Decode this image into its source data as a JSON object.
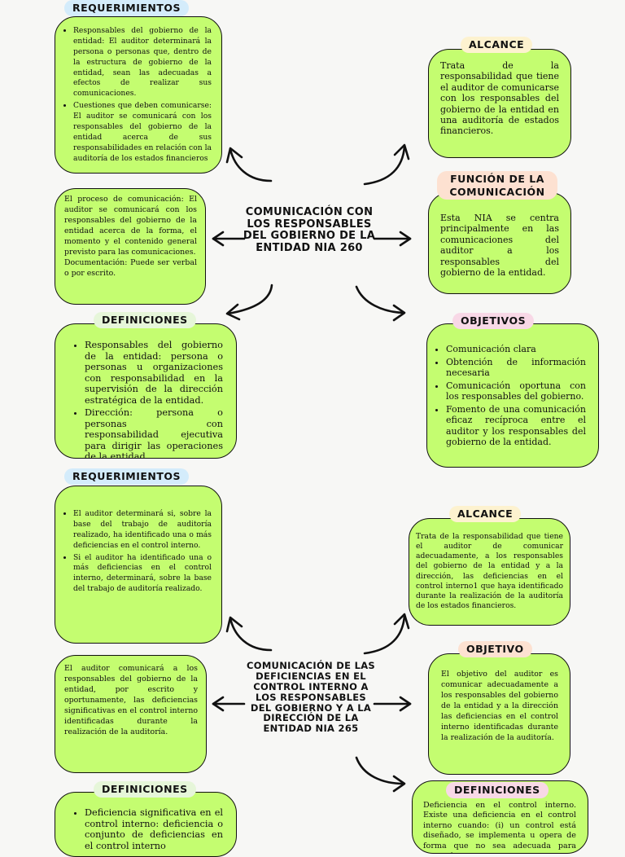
{
  "top": {
    "center_title": "COMUNICACIÓN CON LOS RESPONSABLES DEL GOBIERNO DE LA ENTIDAD NIA 260",
    "requerimientos": {
      "label": "REQUERIMIENTOS",
      "items": [
        "Responsables del gobierno de la entidad: El auditor determinará la persona o personas que, dentro de la estructura de gobierno de la entidad, sean las adecuadas a efectos de realizar sus comunicaciones.",
        "Cuestiones que deben comunicarse: El auditor se comunicará con los responsables del gobierno de la entidad acerca de sus responsabilidades en relación con la auditoría de los estados financieros"
      ]
    },
    "proceso": {
      "text": "El proceso de comunicación: El auditor se comunicará con los responsables del gobierno de la entidad acerca de la forma, el momento y el contenido general previsto para las comunicaciones.",
      "text2": "Documentación: Puede ser verbal o por escrito."
    },
    "definiciones": {
      "label": "DEFINICIONES",
      "items": [
        "Responsables del gobierno de la entidad: persona o personas u organizaciones con responsabilidad en la supervisión de la dirección estratégica de la entidad.",
        "Dirección: persona o personas con responsabilidad ejecutiva para dirigir las operaciones de la entidad."
      ]
    },
    "alcance": {
      "label": "ALCANCE",
      "text": "Trata de la responsabilidad que tiene el auditor de comunicarse con los responsables del gobierno de la entidad en una auditoría de estados financieros."
    },
    "funcion": {
      "label": "FUNCIÓN DE LA COMUNICACIÓN",
      "text": "Esta NIA se centra principalmente en las comunicaciones del auditor a los responsables del gobierno de la entidad."
    },
    "objetivos": {
      "label": "OBJETIVOS",
      "items": [
        "Comunicación clara",
        "Obtención de información necesaria",
        "Comunicación oportuna con los responsables del gobierno.",
        "Fomento de una comunicación eficaz recíproca entre el auditor y los responsables del gobierno de la entidad."
      ]
    }
  },
  "bottom": {
    "center_title": "COMUNICACIÓN DE LAS DEFICIENCIAS EN EL CONTROL INTERNO A LOS RESPONSABLES DEL GOBIERNO Y A LA DIRECCIÓN DE LA ENTIDAD NIA 265",
    "requerimientos": {
      "label": "REQUERIMIENTOS",
      "items": [
        "El auditor determinará si, sobre la base del trabajo de auditoría realizado, ha identificado una o más deficiencias en el control interno.",
        "Si el auditor ha identificado una o más deficiencias en el control interno, determinará, sobre la base del trabajo de auditoría realizado."
      ]
    },
    "comunicara": {
      "text": "El auditor comunicará a los responsables del gobierno de la entidad, por escrito y oportunamente, las deficiencias significativas en el control interno identificadas durante la realización de la auditoría."
    },
    "definiciones": {
      "label": "DEFINICIONES",
      "items": [
        "Deficiencia significativa en el control interno: deficiencia o conjunto de deficiencias en el control interno"
      ]
    },
    "alcance": {
      "label": "ALCANCE",
      "text": "Trata de la responsabilidad que tiene el auditor de comunicar adecuadamente, a los responsables del gobierno de la entidad y a la dirección, las deficiencias en el control interno1 que haya identificado durante la realización de la auditoría de los estados financieros."
    },
    "objetivo": {
      "label": "OBJETIVO",
      "text": "El objetivo del auditor es comunicar adecuadamente a los responsables del gobierno de la entidad y a la dirección las deficiencias en el control interno identificadas durante la realización de la auditoría."
    },
    "definiciones_right": {
      "label": "DEFINICIONES",
      "text": "Deficiencia en el control interno. Existe una deficiencia en el control interno cuando: (i) un control está diseñado, se implementa u opera de forma que no sea adecuada para prevenir"
    }
  },
  "colors": {
    "box": "#c4fd70",
    "border": "#111111",
    "background": "#f7f7f5"
  }
}
